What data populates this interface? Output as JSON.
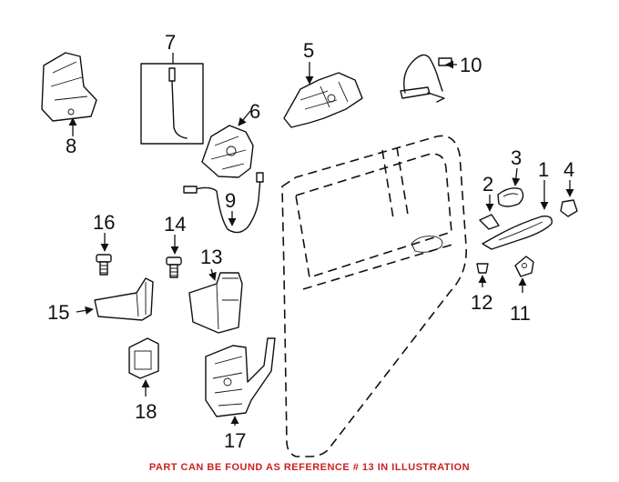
{
  "callouts": {
    "c1": "1",
    "c2": "2",
    "c3": "3",
    "c4": "4",
    "c5": "5",
    "c6": "6",
    "c7": "7",
    "c8": "8",
    "c9": "9",
    "c10": "10",
    "c11": "11",
    "c12": "12",
    "c13": "13",
    "c14": "14",
    "c15": "15",
    "c16": "16",
    "c17": "17",
    "c18": "18"
  },
  "footer": {
    "note": "PART CAN BE FOUND AS REFERENCE # 13 IN ILLUSTRATION",
    "note_color": "#cc1f1f"
  }
}
